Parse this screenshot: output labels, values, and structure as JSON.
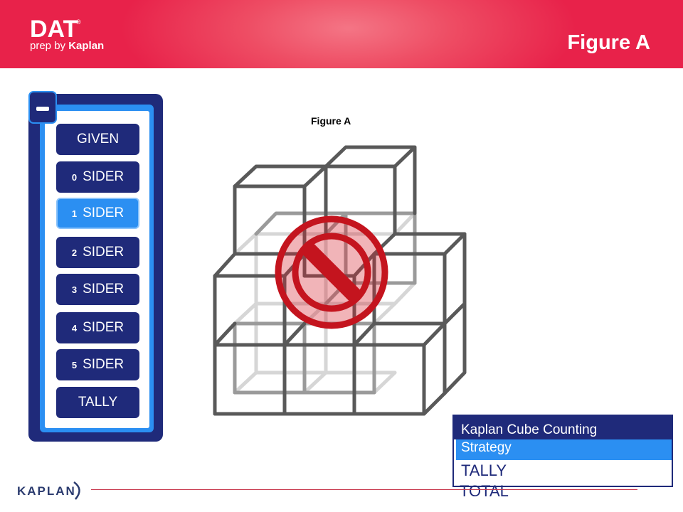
{
  "header": {
    "logo_text": "DAT",
    "logo_registered": "®",
    "logo_sub_plain": "prep by ",
    "logo_sub_bold": "Kaplan",
    "title": "Figure A"
  },
  "sidebar": {
    "collapse_icon": "minus-icon",
    "items": [
      {
        "num": "",
        "label": "GIVEN",
        "active": false
      },
      {
        "num": "0",
        "label": "SIDER",
        "active": false
      },
      {
        "num": "1",
        "label": "SIDER",
        "active": true
      },
      {
        "num": "2",
        "label": "SIDER",
        "active": false
      },
      {
        "num": "3",
        "label": "SIDER",
        "active": false
      },
      {
        "num": "4",
        "label": "SIDER",
        "active": false
      },
      {
        "num": "5",
        "label": "SIDER",
        "active": false
      },
      {
        "num": "",
        "label": "TALLY",
        "active": false
      }
    ]
  },
  "figure": {
    "label": "Figure A",
    "overlay_icon": "prohibited-icon"
  },
  "strategy": {
    "title_line1": "Kaplan Cube Counting",
    "title_line2": "Strategy",
    "step1": "TALLY",
    "step2": "TOTAL"
  },
  "footer": {
    "brand": "KAPLAN"
  },
  "colors": {
    "header_red": "#e8224a",
    "navy": "#1f2a7a",
    "accent_blue": "#2b8ff2",
    "prohibit_red": "#c4141e"
  }
}
